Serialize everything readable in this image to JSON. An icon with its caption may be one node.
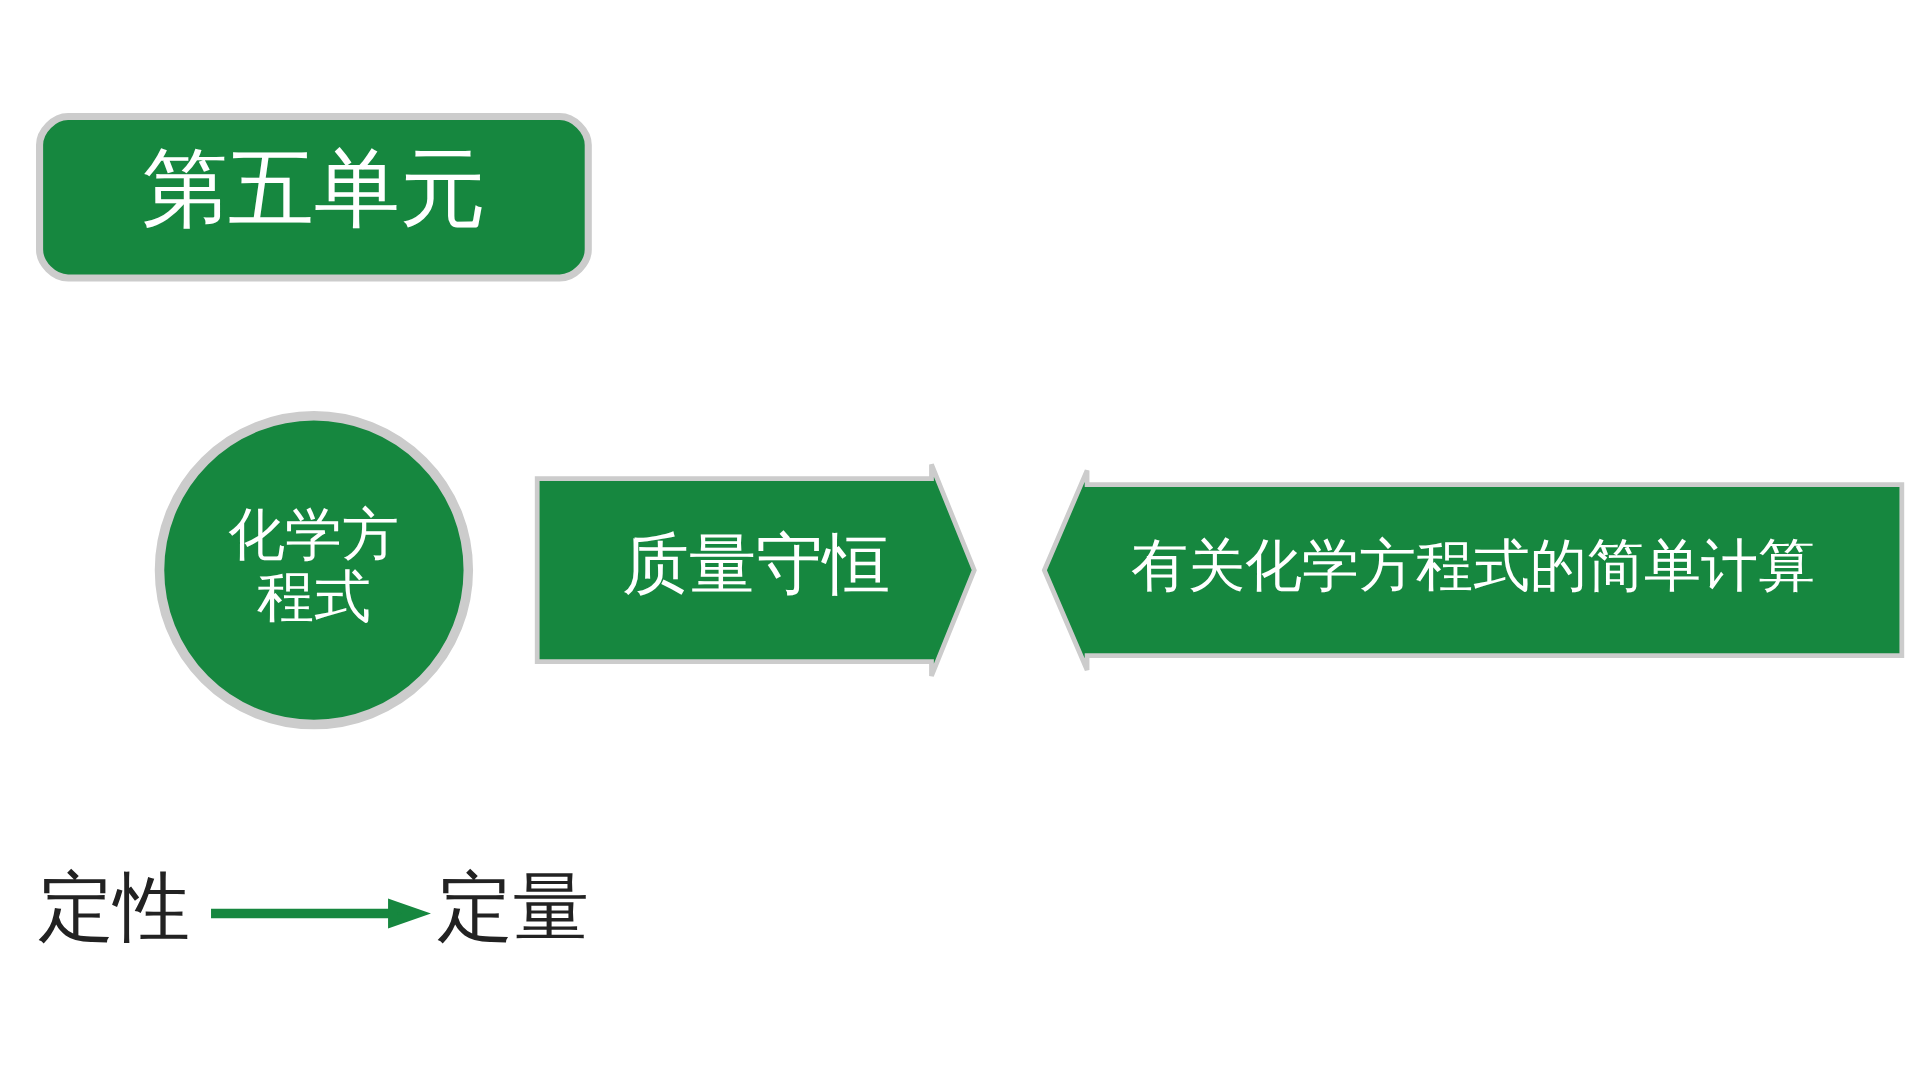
{
  "diagram": {
    "nodes": [
      {
        "text": [
          "第五单元"
        ]
      },
      {
        "text": [
          "质量守恒"
        ]
      },
      {
        "text": [
          "化学方程式"
        ]
      },
      {
        "text": [
          "有关化学方程式的简单计算"
        ]
      },
      {
        "text": [
          "定性"
        ]
      },
      {
        "text": [
          "定量"
        ]
      }
    ],
    "edges": [
      {
        "from": 4,
        "to": 5,
        "arrow": "to"
      }
    ]
  }
}
